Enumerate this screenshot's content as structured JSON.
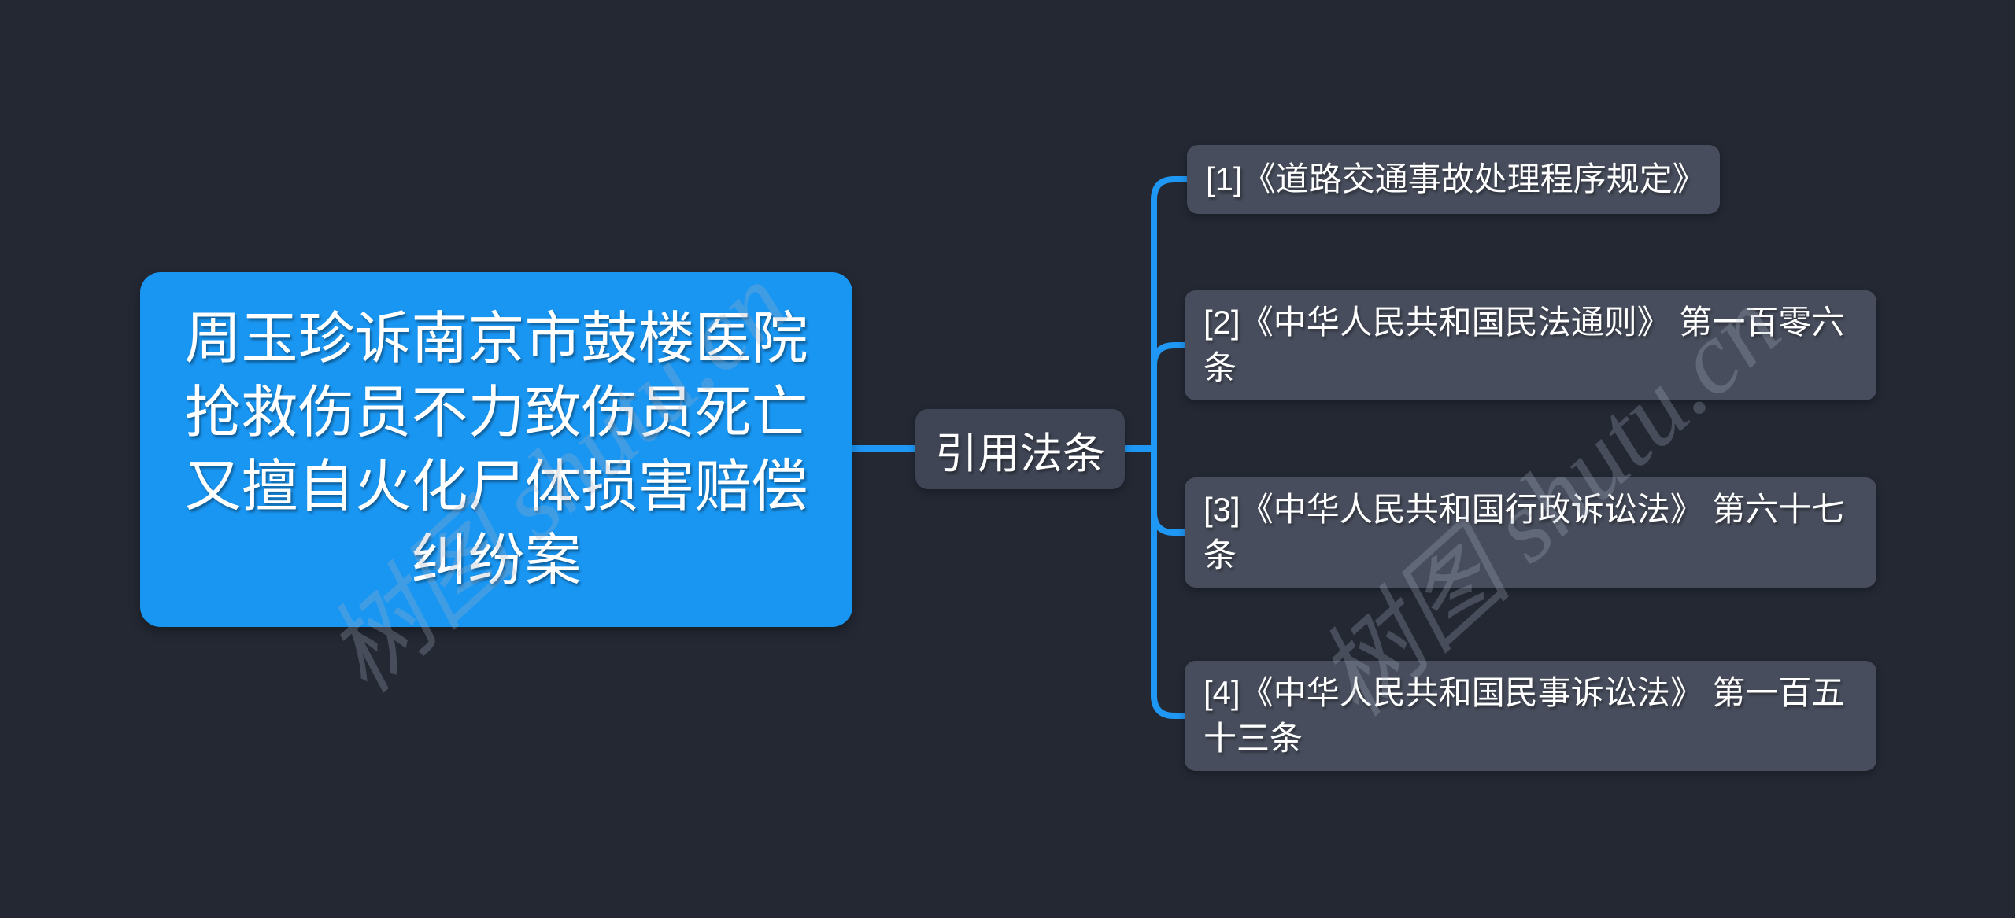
{
  "colors": {
    "background": "#232833",
    "root_bg": "#1996f2",
    "branch_bg": "#3f4554",
    "child_bg": "#474d5c",
    "connector": "#1f97f4",
    "node_text": "#ffffff",
    "watermark_color": "#a5afc0"
  },
  "watermark": {
    "text": "树图 shutu.cn"
  },
  "root": {
    "label": "周玉珍诉南京市鼓楼医院抢救伤员不力致伤员死亡又擅自火化尸体损害赔偿纠纷案"
  },
  "branch": {
    "label": "引用法条"
  },
  "citations": [
    {
      "label": "[1]《道路交通事故处理程序规定》"
    },
    {
      "label": "[2]《中华人民共和国民法通则》 第一百零六条"
    },
    {
      "label": "[3]《中华人民共和国行政诉讼法》 第六十七条"
    },
    {
      "label": "[4]《中华人民共和国民事诉讼法》 第一百五十三条"
    }
  ]
}
